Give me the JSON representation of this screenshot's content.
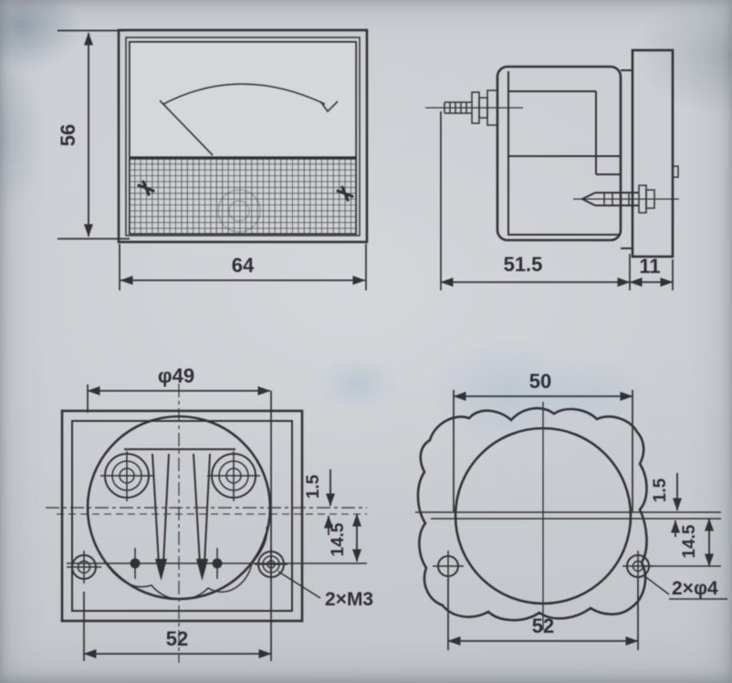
{
  "front_view": {
    "height_dim": "56",
    "width_dim": "64"
  },
  "side_view": {
    "body_depth_dim": "51.5",
    "bezel_depth_dim": "11"
  },
  "back_view": {
    "body_diameter_dim": "φ49",
    "mount_spacing_dim": "52",
    "center_offset_dim": "1.5",
    "mount_offset_dim": "14.5",
    "stud_spec": "2×M3"
  },
  "panel_cutout": {
    "cutout_diameter_dim": "50",
    "hole_spacing_dim": "52",
    "center_offset_dim": "1.5",
    "hole_offset_dim": "14.5",
    "hole_spec": "2×φ4"
  },
  "colors": {
    "paper": "#ccd0d4",
    "ink": "#26262c"
  }
}
